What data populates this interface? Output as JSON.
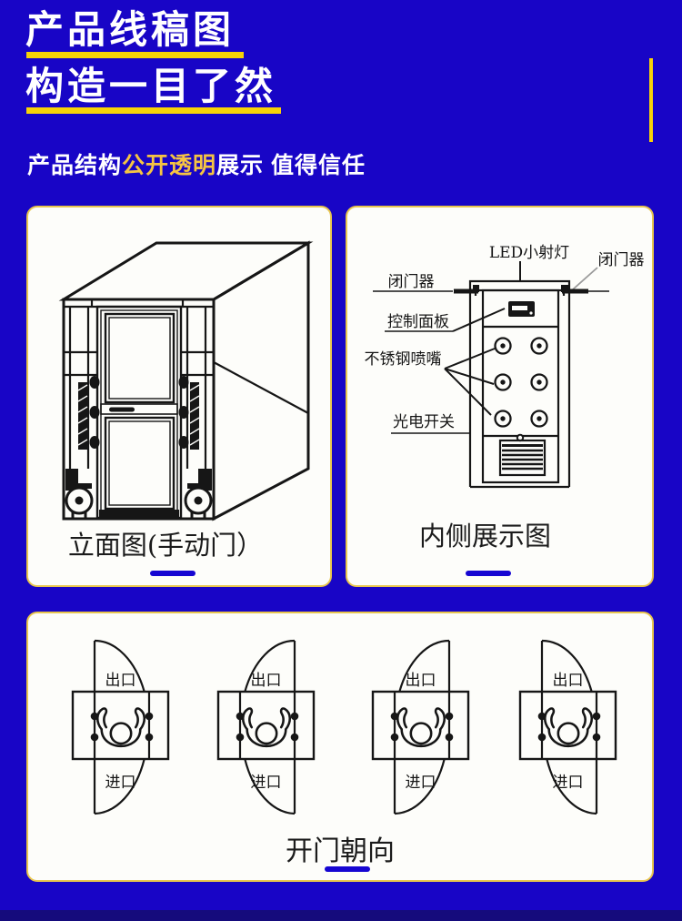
{
  "header": {
    "title_line1": "产品线稿图",
    "title_line2": "构造一目了然",
    "subtitle_part1": "产品结构",
    "subtitle_highlight": "公开透明",
    "subtitle_part2": "展示 值得信任"
  },
  "colors": {
    "background": "#1805C6",
    "accent_yellow": "#F8D307",
    "subtitle_highlight_yellow": "#F5C443",
    "card_border": "#E8C64E",
    "card_background": "#FDFDFA",
    "caption_underline_blue": "#1606D2",
    "line_art": "#161616",
    "leader_gray": "#9B9B9B",
    "footer_strip": "#150B7C"
  },
  "elevation": {
    "caption": "立面图(手动门）"
  },
  "inner_view": {
    "caption": "内侧展示图",
    "labels": {
      "closer_left": "闭门器",
      "led_light": "LED小射灯",
      "closer_right": "闭门器",
      "control_panel": "控制面板",
      "nozzles": "不锈钢喷嘴",
      "photo_switch": "光电开关"
    }
  },
  "door_orientation": {
    "caption": "开门朝向",
    "diagrams": [
      {
        "exit": "出口",
        "entry": "进口",
        "top_hinge": "left",
        "bottom_hinge": "left"
      },
      {
        "exit": "出口",
        "entry": "进口",
        "top_hinge": "right",
        "bottom_hinge": "right"
      },
      {
        "exit": "出口",
        "entry": "进口",
        "top_hinge": "right",
        "bottom_hinge": "left"
      },
      {
        "exit": "出口",
        "entry": "进口",
        "top_hinge": "left",
        "bottom_hinge": "right"
      }
    ]
  }
}
